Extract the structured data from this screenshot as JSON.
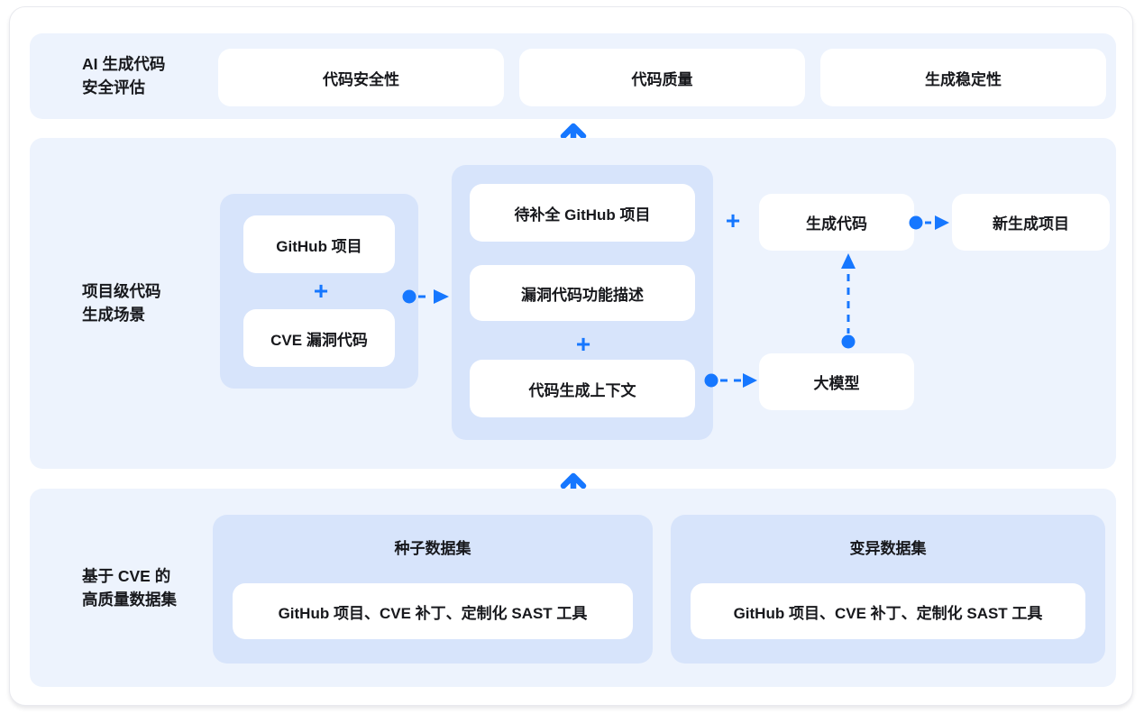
{
  "colors": {
    "accent": "#1677ff",
    "section_background": "#edf3fd",
    "group_background": "#d7e4fb",
    "node_background": "#ffffff",
    "text": "#17181c"
  },
  "symbols": {
    "plus": "+"
  },
  "sections": {
    "evaluation": {
      "label_line1": "AI 生成代码",
      "label_line2": "安全评估",
      "boxes": [
        "代码安全性",
        "代码质量",
        "生成稳定性"
      ]
    },
    "generation": {
      "label_line1": "项目级代码",
      "label_line2": "生成场景",
      "source_group": {
        "items": [
          "GitHub 项目",
          "CVE 漏洞代码"
        ]
      },
      "context_group": {
        "items": [
          "待补全 GitHub 项目",
          "漏洞代码功能描述",
          "代码生成上下文"
        ]
      },
      "nodes": {
        "generate": "生成代码",
        "new_project": "新生成项目",
        "llm": "大模型"
      }
    },
    "dataset": {
      "label_line1": "基于 CVE 的",
      "label_line2": "高质量数据集",
      "groups": [
        {
          "title": "种子数据集",
          "content": "GitHub 项目、CVE 补丁、定制化 SAST 工具"
        },
        {
          "title": "变异数据集",
          "content": "GitHub 项目、CVE 补丁、定制化 SAST 工具"
        }
      ]
    }
  }
}
